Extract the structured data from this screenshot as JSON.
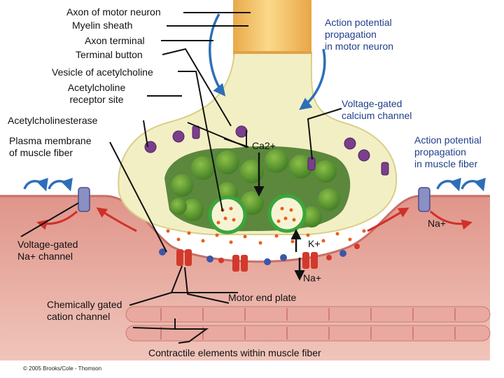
{
  "labels": {
    "axon_motor_neuron": "Axon of motor neuron",
    "myelin_sheath": "Myelin sheath",
    "axon_terminal": "Axon terminal",
    "terminal_button": "Terminal button",
    "vesicle_ach": "Vesicle of acetylcholine",
    "ach_receptor_line1": "Acetylcholine",
    "ach_receptor_line2": "receptor site",
    "acetylcholinesterase": "Acetylcholinesterase",
    "plasma_membrane_line1": "Plasma membrane",
    "plasma_membrane_line2": "of muscle fiber",
    "ap_motor_line1": "Action potential",
    "ap_motor_line2": "propagation",
    "ap_motor_line3": "in motor neuron",
    "vg_calcium_line1": "Voltage-gated",
    "vg_calcium_line2": "calcium channel",
    "ap_muscle_line1": "Action potential",
    "ap_muscle_line2": "propagation",
    "ap_muscle_line3": "in muscle fiber",
    "ca2": "Ca2+",
    "na_right": "Na+",
    "vg_na_line1": "Voltage-gated",
    "vg_na_line2": "Na+ channel",
    "k_plus": "K+",
    "na_plus": "Na+",
    "chem_gated_line1": "Chemically  gated",
    "chem_gated_line2": "cation channel",
    "motor_end_plate": "Motor end plate",
    "contractile": "Contractile elements within muscle fiber"
  },
  "copyright": "© 2005 Brooks/Cole - Thomson",
  "colors": {
    "axon": "#f2c060",
    "terminal": "#f3efc4",
    "muscle": "#e4a79c",
    "muscle_surface": "#d88a80",
    "vesicle_green": "#4f8f2a",
    "receptor_purple": "#7a3f8c",
    "arrow_blue": "#2c6fb8",
    "arrow_red": "#d0302a",
    "channel_red": "#d2392c"
  }
}
